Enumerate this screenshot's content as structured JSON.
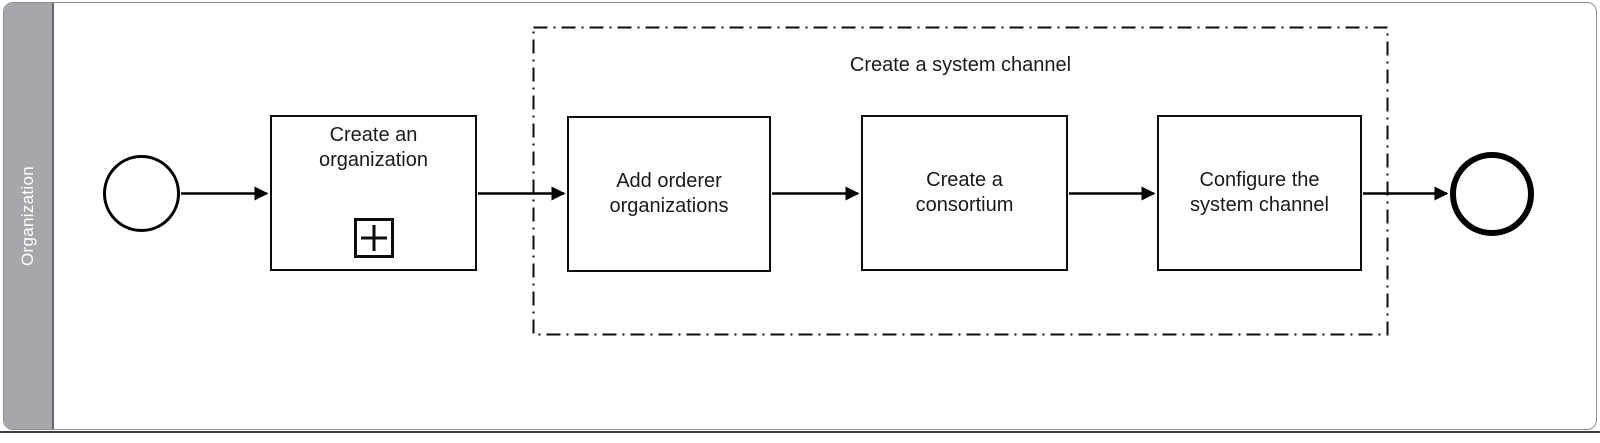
{
  "diagram": {
    "lane": {
      "label": "Organization"
    },
    "start_event": {
      "name": "start-event"
    },
    "tasks": [
      {
        "label": "Create an\norganization",
        "marker": "subprocess-plus"
      },
      {
        "label": "Add orderer\norganizations"
      },
      {
        "label": "Create a\nconsortium"
      },
      {
        "label": "Configure the\nsystem channel"
      }
    ],
    "group": {
      "label": "Create a system channel"
    },
    "end_event": {
      "name": "end-event"
    },
    "colors": {
      "lane_fill": "#a5a7aa",
      "lane_border": "#66686b",
      "pool_border": "#8d8f92",
      "shape_stroke": "#000000",
      "label_text": "#1a1a1a",
      "lane_text": "#ffffff"
    }
  }
}
